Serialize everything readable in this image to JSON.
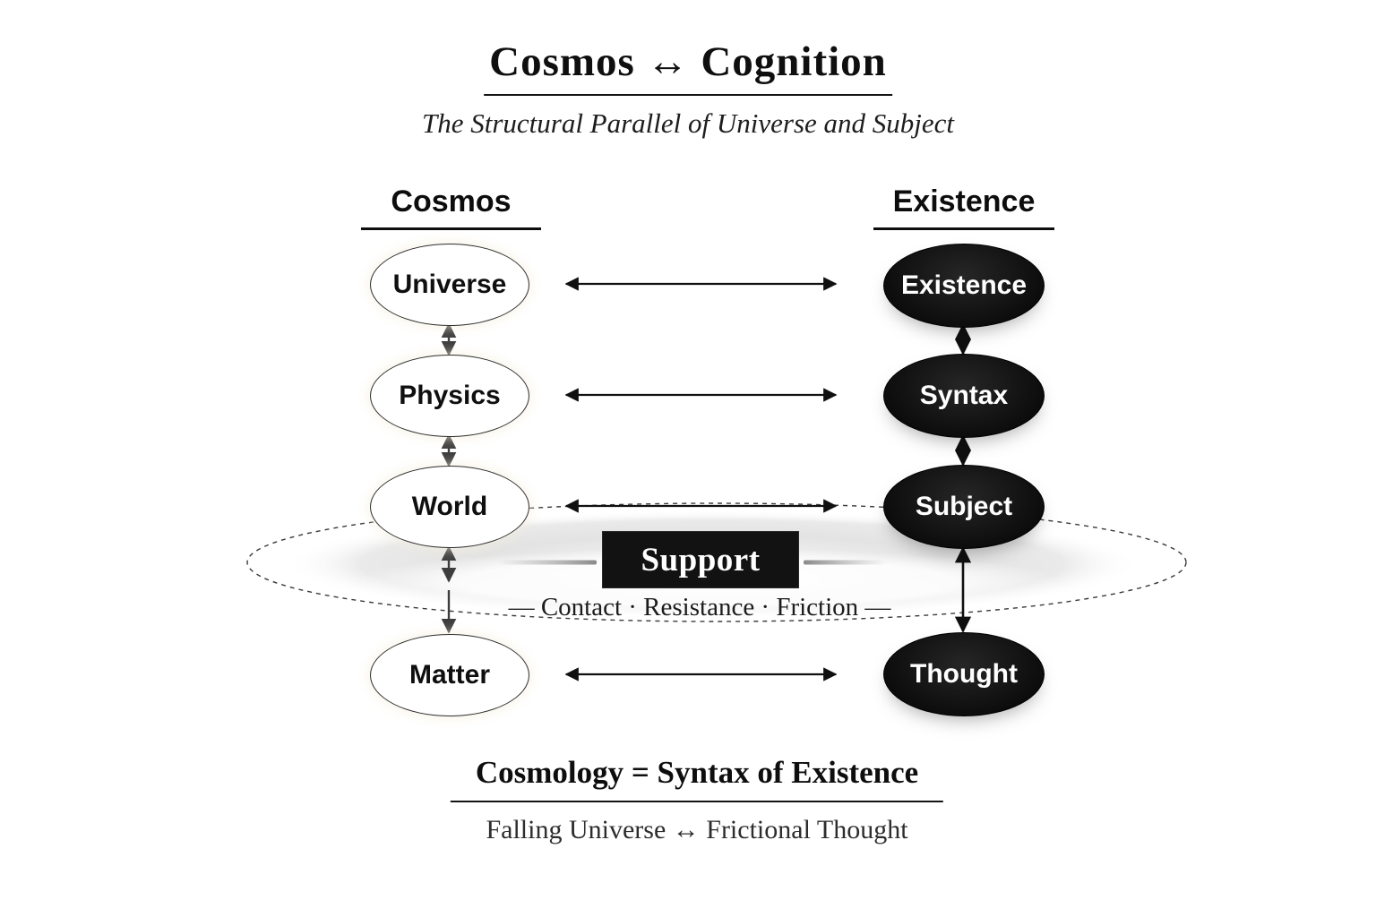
{
  "header": {
    "title": "Cosmos ↔ Cognition",
    "subtitle": "The Structural Parallel of Universe and Subject"
  },
  "columns": {
    "left": {
      "header": "Cosmos",
      "nodes": [
        "Universe",
        "Physics",
        "World",
        "Matter"
      ]
    },
    "right": {
      "header": "Existence",
      "nodes": [
        "Existence",
        "Syntax",
        "Subject",
        "Thought"
      ]
    }
  },
  "support": {
    "label": "Support",
    "caption": "— Contact · Resistance · Friction —"
  },
  "footer": {
    "heading": "Cosmology = Syntax of Existence",
    "subheading": "Falling Universe ↔ Frictional Thought"
  },
  "colors": {
    "background": "#ffffff",
    "left_node_fill": "#ffffff",
    "left_node_border": "#2e2e2e",
    "right_node_fill": "#0d0d0d",
    "right_node_text": "#ffffff",
    "arrow_black": "#101010",
    "arrow_gray": "#3d3d3d",
    "support_band": "#e2e2e2",
    "support_box": "#121212"
  }
}
